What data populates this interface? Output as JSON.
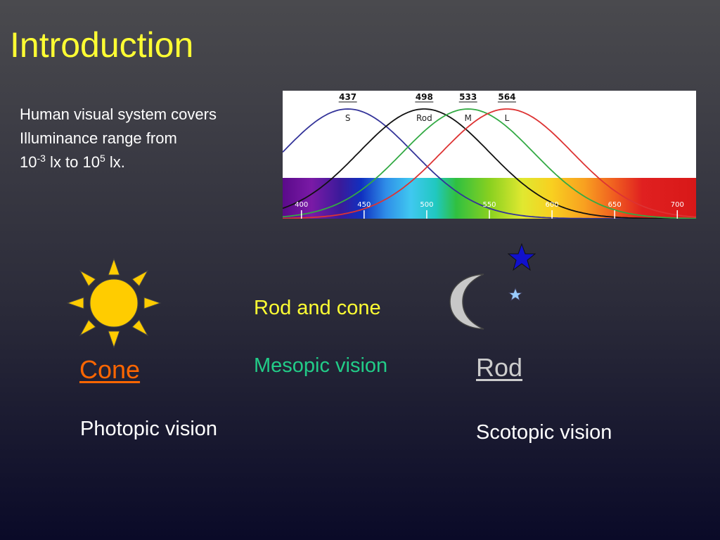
{
  "slide": {
    "title": "Introduction",
    "intro_line1": "Human visual system covers",
    "intro_line2": "Illuminance range from",
    "intro_line3_a": "10",
    "intro_line3_exp1": "-3",
    "intro_line3_b": " lx to 10",
    "intro_line3_exp2": "5",
    "intro_line3_c": " lx."
  },
  "labels": {
    "cone": "Cone",
    "rod": "Rod",
    "rod_and_cone": "Rod and cone",
    "mesopic": "Mesopic vision",
    "photopic": "Photopic vision",
    "scotopic": "Scotopic vision"
  },
  "colors": {
    "title": "#ffff33",
    "cone": "#ff6600",
    "rod": "#cccccc",
    "rod_and_cone": "#ffff33",
    "mesopic": "#22cc88",
    "sun": "#ffcc00",
    "moon": "#c8c8c8",
    "star_big": "#1111cc",
    "star_small": "#99ccff"
  },
  "icons": {
    "sun": "sun-icon",
    "moon": "crescent-moon-icon",
    "star_big": "star-icon",
    "star_small": "small-star-icon"
  },
  "chart_data": {
    "type": "line",
    "title": "",
    "xlabel": "",
    "ylabel": "",
    "xlim": [
      385,
      715
    ],
    "x_ticks": [
      "400",
      "450",
      "500",
      "550",
      "600",
      "650",
      "700"
    ],
    "series": [
      {
        "name": "S",
        "peak": 437,
        "color": "#333399"
      },
      {
        "name": "Rod",
        "peak": 498,
        "color": "#111111"
      },
      {
        "name": "M",
        "peak": 533,
        "color": "#33aa44"
      },
      {
        "name": "L",
        "peak": 564,
        "color": "#dd3333"
      }
    ]
  }
}
